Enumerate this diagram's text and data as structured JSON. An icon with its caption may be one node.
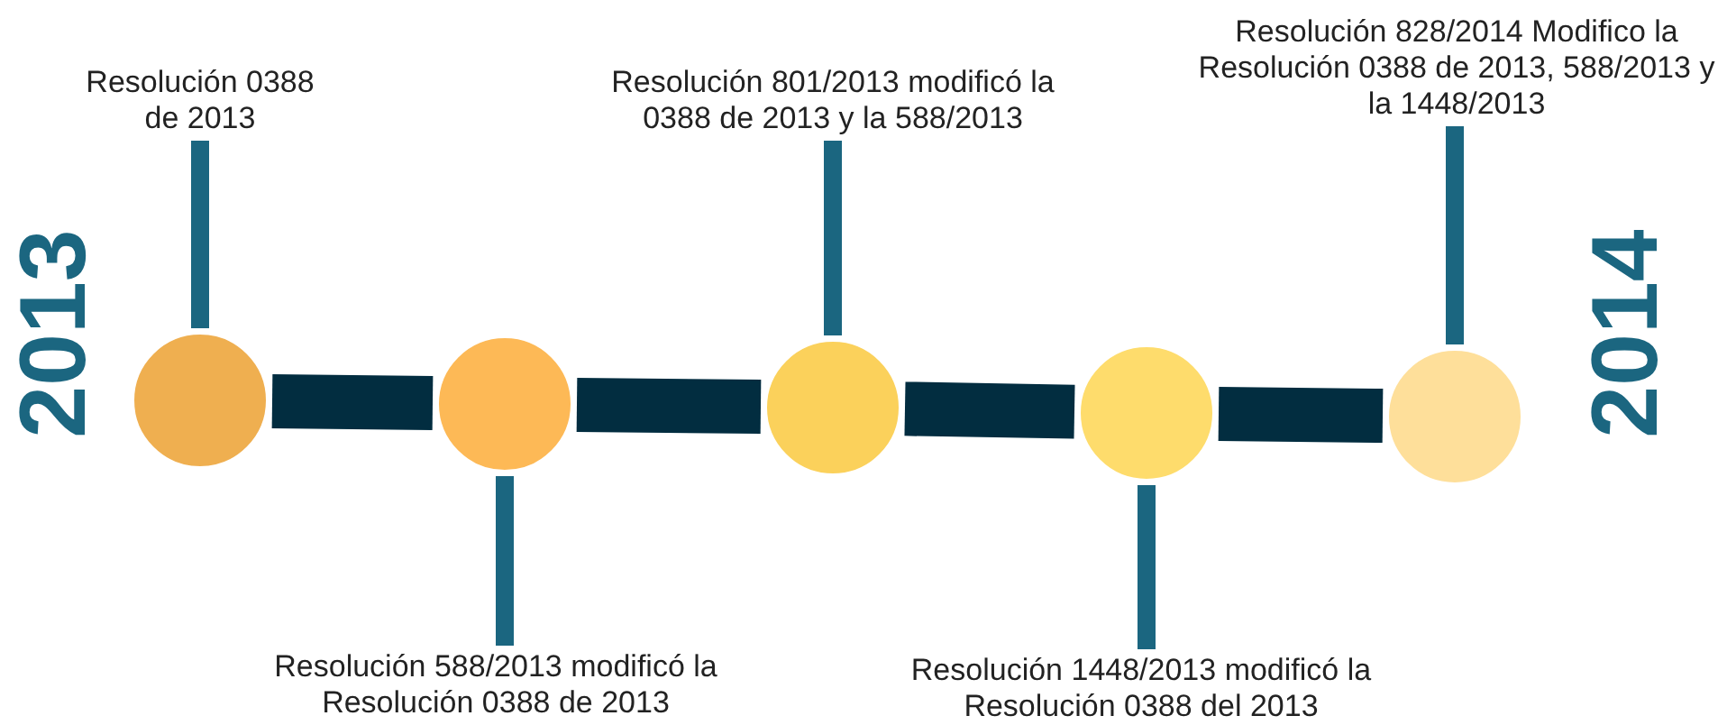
{
  "diagram": {
    "nodes": [
      {
        "text": [],
        "shape": "circle"
      },
      {
        "text": [],
        "shape": "circle"
      },
      {
        "text": [],
        "shape": "circle"
      },
      {
        "text": [],
        "shape": "circle"
      },
      {
        "text": [],
        "shape": "circle"
      },
      {
        "text": [
          "Resolución 0388 de 2013"
        ]
      },
      {
        "text": [
          "Resolución 588/2013 modificó la Resolución 0388 de 2013"
        ]
      },
      {
        "text": [
          "Resolución 801/2013 modificó la 0388 de 2013 y la 588/2013"
        ]
      },
      {
        "text": [
          "Resolución 1448/2013 modificó la Resolución 0388 del 2013"
        ]
      },
      {
        "text": [
          "Resolución 828/2014 Modifico la Resolución 0388 de 2013, 588/2013 y la 1448/2013"
        ]
      }
    ],
    "edges": [
      {
        "from": 0,
        "to": 1,
        "arrow": "none",
        "style": "thick",
        "color": "#022d40"
      },
      {
        "from": 1,
        "to": 2,
        "arrow": "none",
        "style": "thick",
        "color": "#022d40"
      },
      {
        "from": 2,
        "to": 3,
        "arrow": "none",
        "style": "thick",
        "color": "#022d40"
      },
      {
        "from": 3,
        "to": 4,
        "arrow": "none",
        "style": "thick",
        "color": "#022d40"
      },
      {
        "from": 5,
        "to": 0,
        "arrow": "none"
      },
      {
        "from": 6,
        "to": 1,
        "arrow": "none"
      },
      {
        "from": 7,
        "to": 2,
        "arrow": "none"
      },
      {
        "from": 8,
        "to": 3,
        "arrow": "none"
      },
      {
        "from": 9,
        "to": 4,
        "arrow": "none"
      }
    ],
    "labels": [
      "2013",
      "2014"
    ]
  }
}
